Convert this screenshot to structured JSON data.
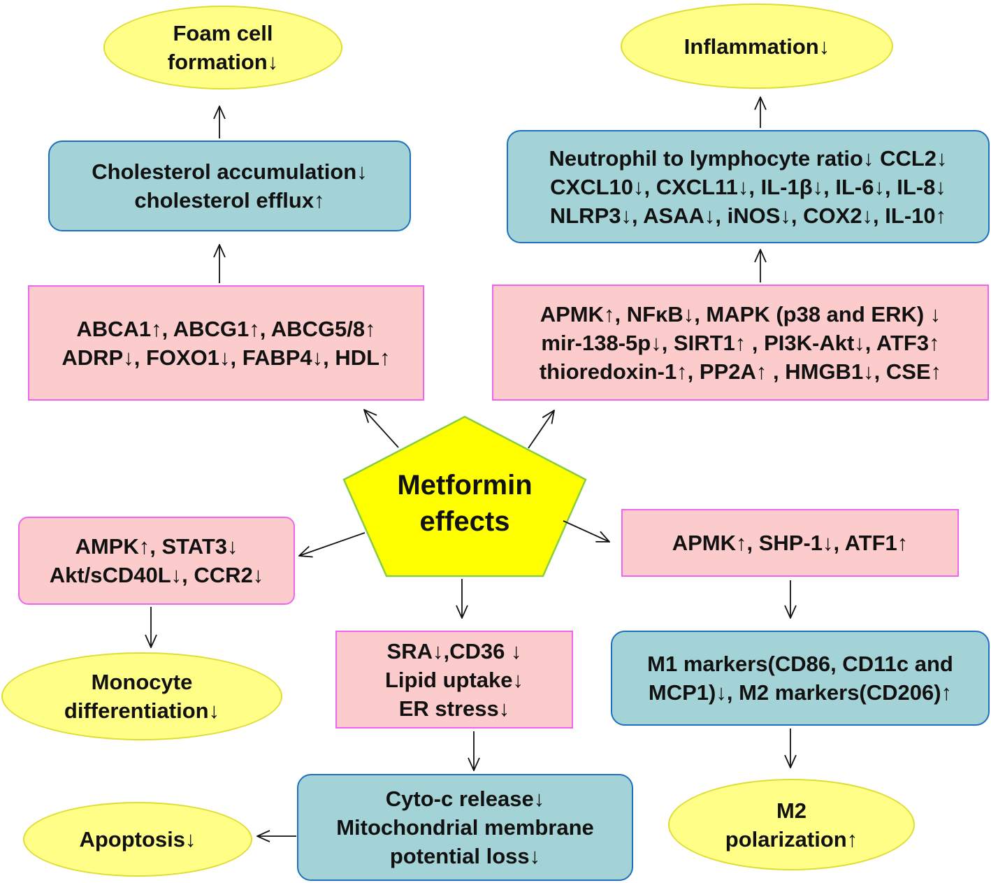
{
  "center": {
    "lines": [
      "Metformin",
      "effects"
    ]
  },
  "nodes": {
    "foam_cell": {
      "lines": [
        "Foam cell",
        "formation↓"
      ]
    },
    "cholesterol": {
      "lines": [
        "Cholesterol accumulation↓",
        "cholesterol efflux↑"
      ]
    },
    "abca": {
      "lines": [
        "ABCA1↑, ABCG1↑,  ABCG5/8↑",
        "ADRP↓, FOXO1↓, FABP4↓, HDL↑"
      ]
    },
    "inflammation": {
      "lines": [
        "Inflammation↓"
      ]
    },
    "cytokines": {
      "lines": [
        "Neutrophil to lymphocyte ratio↓ CCL2↓",
        "CXCL10↓, CXCL11↓, IL-1β↓, IL-6↓, IL-8↓",
        "NLRP3↓, ASAA↓, iNOS↓, COX2↓, IL-10↑"
      ]
    },
    "apmk_nfkb": {
      "lines": [
        "APMK↑, NFκB↓, MAPK (p38 and ERK) ↓",
        "mir-138-5p↓, SIRT1↑ , PI3K-Akt↓,  ATF3↑",
        "thioredoxin-1↑,  PP2A↑ , HMGB1↓, CSE↑"
      ]
    },
    "ampk_stat3": {
      "lines": [
        "AMPK↑,   STAT3↓",
        "Akt/sCD40L↓, CCR2↓"
      ]
    },
    "monocyte": {
      "lines": [
        "Monocyte",
        "differentiation↓"
      ]
    },
    "apmk_shp": {
      "lines": [
        "APMK↑, SHP-1↓, ATF1↑"
      ]
    },
    "markers": {
      "lines": [
        "M1 markers(CD86, CD11c and",
        "MCP1)↓, M2 markers(CD206)↑"
      ]
    },
    "m2": {
      "lines": [
        "M2",
        "polarization↑"
      ]
    },
    "sra": {
      "lines": [
        "SRA↓,CD36 ↓",
        "Lipid uptake↓",
        "ER stress↓"
      ]
    },
    "cyto": {
      "lines": [
        "Cyto-c release↓",
        "Mitochondrial membrane",
        "potential loss↓"
      ]
    },
    "apoptosis": {
      "lines": [
        "Apoptosis↓"
      ]
    }
  },
  "colors": {
    "effector_fill": "#fccccc",
    "effector_border": "#ee66ee",
    "process_fill": "#a3d3d6",
    "process_border": "#1f6fbf",
    "outcome_fill": "#ffff88",
    "outcome_border": "#dddd33",
    "center_fill": "#ffff00",
    "center_border": "#88cc44"
  }
}
